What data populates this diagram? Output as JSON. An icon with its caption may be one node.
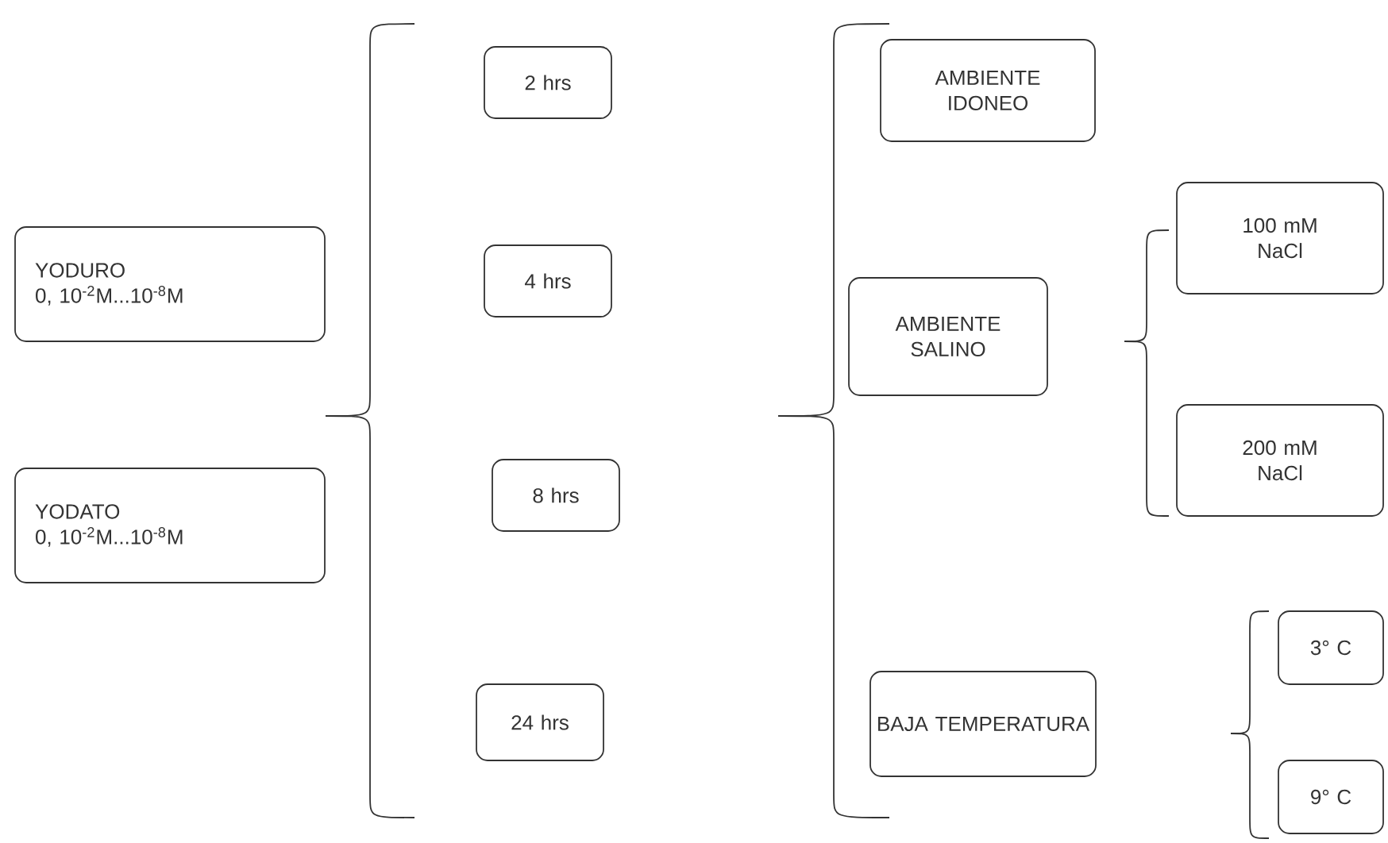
{
  "diagram": {
    "nodes": [
      {
        "text": [
          "YODURO",
          "0, 10$^{-2}$M...10$^{-8}$M"
        ]
      },
      {
        "text": [
          "YODATO",
          "0, 10$^{-2}$M...10$^{-8}$M"
        ]
      },
      {
        "text": [
          "2 hrs"
        ]
      },
      {
        "text": [
          "4 hrs"
        ]
      },
      {
        "text": [
          "8 hrs"
        ]
      },
      {
        "text": [
          "24 hrs"
        ]
      },
      {
        "text": [
          "AMBIENTE IDONEO"
        ]
      },
      {
        "text": [
          "AMBIENTE SALINO"
        ]
      },
      {
        "text": [
          "100 mM NaCl"
        ]
      },
      {
        "text": [
          "200 mM NaCl"
        ]
      },
      {
        "text": [
          "BAJA TEMPERATURA"
        ]
      },
      {
        "text": [
          "3° C"
        ]
      },
      {
        "text": [
          "9° C"
        ]
      }
    ]
  }
}
